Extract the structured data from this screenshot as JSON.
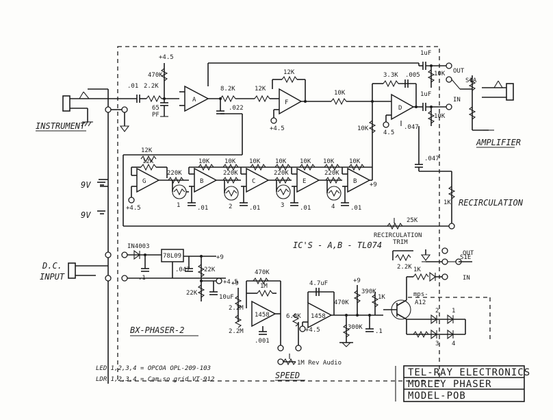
{
  "title_block": {
    "company": "TEL-RAY ELECTRONICS",
    "product": "MORLEY PHASER",
    "model": "MODEL-POB"
  },
  "labels": {
    "instrument": "INSTRUMENT",
    "amplifier": "AMPLIFIER",
    "dc_input": "D.C.",
    "dc_input_2": "INPUT",
    "recirculation": "RECIRCULATION",
    "recirculation_trim": "RECIRCULATION",
    "recirculation_trim_2": "TRIM",
    "ics": "IC'S - A,B - TL074",
    "board": "BX-PHASER-2",
    "speed": "SPEED",
    "rev_audio": "1M Rev Audio",
    "led_note": "LED 1,2,3,4 = OPCOA  OPL-209-103",
    "ldr_note": "LDR 1,2,3,4 = Cam-so grid VT-912",
    "bat1": "9V",
    "bat2": "9V",
    "s1a": "S1A",
    "s1e": "S1E",
    "out": "OUT",
    "in": "IN",
    "out2": "OUT",
    "in2": "IN",
    "mpsa": "mps-",
    "mpsa2": "A12",
    "diode": "IN4003",
    "reg": "78L09",
    "ic1458a": "1458",
    "ic1458b": "1458"
  },
  "components": {
    "c_in": ".01",
    "r_in": "2.2K",
    "r_bias": "470K",
    "c_65": "65",
    "pf": "PF",
    "plus45_top": "+4.5",
    "r_82k": "8.2K",
    "c_022": ".022",
    "r_12k_a": "12K",
    "r_12k_b": "12K",
    "plus45_f": "+4.5",
    "r_10k_a": "10K",
    "r_10k_b": "10K",
    "r_33k": "3.3K",
    "c_005": ".005",
    "c_1uf_a": "1uF",
    "c_1uf_b": "1uF",
    "r_10k_out": "10K",
    "r_10k_out2": "10K",
    "plus45_out": "4.5",
    "c_047_out": ".047",
    "r_12k_fb": "12K",
    "r_12k_fb2": "12K",
    "r_220k_1": "220K",
    "r_220k_2": "220K",
    "r_220k_3": "220K",
    "r_220k_4": "220K",
    "r_10k_s1": "10K",
    "r_10k_s2": "10K",
    "r_10k_s3": "10K",
    "r_10k_s4": "10K",
    "r_10k_s5": "10K",
    "r_10k_s6": "10K",
    "r_10k_s7": "10K",
    "c_01_1": ".01",
    "c_01_2": ".01",
    "c_01_3": ".01",
    "c_01_4": ".01",
    "c_047_rc": ".047",
    "r_1k_rc": "1K",
    "r_25k": "25K",
    "r_22k_led": "2.2K",
    "c_1_ps": ".1",
    "c_047_ps": ".047",
    "plus9_ps": "+9",
    "r_22k_ps": "22K",
    "r_22k_ps2": "22K",
    "plus45_ps": "+4.5",
    "c_10uf": "10uF",
    "r_470k_sp": "470K",
    "r_1m_sp": "1M",
    "r_22m": "2.2M",
    "r_22m2": "2.2M",
    "c_001": ".001",
    "r_68k": "6.8K",
    "c_47uf": "4.7uF",
    "r_470k_b": "470K",
    "r_390k": "390K",
    "r_1k_q": "1K",
    "r_1k_led": "1K",
    "c_1_q": ".1",
    "r_300k": "300K",
    "plus9_b": "+9",
    "plus9_c": "+9",
    "plus45_b": "+4.5"
  },
  "stage_labels": {
    "A": "A",
    "F": "F",
    "D": "D",
    "B": "B",
    "C": "C",
    "E": "E",
    "G": "G",
    "Bout": "B",
    "n1": "1",
    "n2": "2",
    "n3": "3",
    "n4": "4",
    "led1": "1",
    "led2": "2",
    "led3": "3",
    "led4": "4"
  }
}
